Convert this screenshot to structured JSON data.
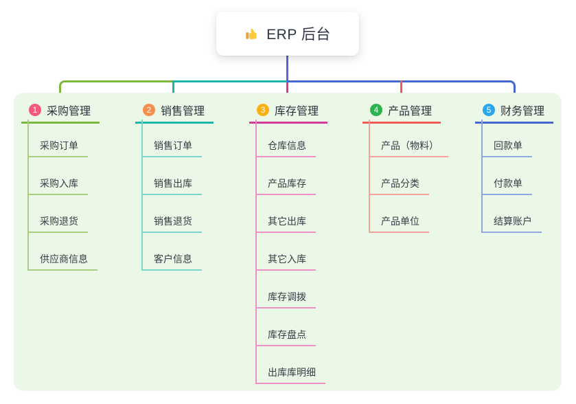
{
  "root": {
    "title": "ERP 后台",
    "icon": "thumbs-up",
    "icon_color": "#FFC83D",
    "stem_color": "#5668D9"
  },
  "panel": {
    "background": "#EBF7E7"
  },
  "branches": [
    {
      "number": "1",
      "label": "采购管理",
      "badge_color": "#F4587A",
      "line_color": "#7CB93F",
      "child_line_color": "#A6D07F",
      "children": [
        "采购订单",
        "采购入库",
        "采购退货",
        "供应商信息"
      ]
    },
    {
      "number": "2",
      "label": "销售管理",
      "badge_color": "#F78E4C",
      "line_color": "#1CB5A9",
      "child_line_color": "#7DD6CC",
      "children": [
        "销售订单",
        "销售出库",
        "销售退货",
        "客户信息"
      ]
    },
    {
      "number": "3",
      "label": "库存管理",
      "badge_color": "#F9B011",
      "line_color": "#D53A9A",
      "child_line_color": "#EE8FC5",
      "children": [
        "仓库信息",
        "产品库存",
        "其它出库",
        "其它入库",
        "库存调拨",
        "库存盘点",
        "出库库明细"
      ]
    },
    {
      "number": "4",
      "label": "产品管理",
      "badge_color": "#2EB44D",
      "line_color": "#F05A52",
      "child_line_color": "#F6A29B",
      "children": [
        "产品（物料）",
        "产品分类",
        "产品单位"
      ]
    },
    {
      "number": "5",
      "label": "财务管理",
      "badge_color": "#29A7E8",
      "line_color": "#4467D2",
      "child_line_color": "#8FA6DF",
      "children": [
        "回款单",
        "付款单",
        "结算账户"
      ]
    }
  ]
}
